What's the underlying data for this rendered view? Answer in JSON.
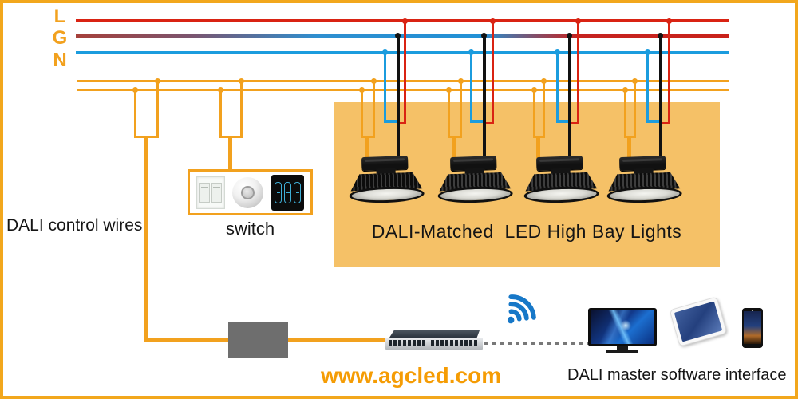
{
  "legend": {
    "l_label": "L",
    "g_label": "G",
    "n_label": "N"
  },
  "texts": {
    "dali_control_wires": "DALI control wires",
    "switch": "switch",
    "lights_caption": "DALI-Matched  LED High Bay Lights",
    "website": "www.agcled.com",
    "master_interface": "DALI master software interface"
  },
  "colors": {
    "frame_orange": "#F2A71D",
    "wire_orange": "#F2A11E",
    "line_l_red": "#D92313",
    "line_g_gradient_left": "#A6403A",
    "line_g_gradient_mid": "#2E8FD0",
    "line_g_gradient_right": "#C9221A",
    "line_n_blue": "#1B9CDE",
    "power_cord_black": "#111111",
    "lights_panel_bg": "#F5C167",
    "wifi_blue": "#1778C8",
    "website_orange": "#F59C04",
    "module_gray": "#6E6E6E"
  },
  "lights": {
    "count": 4
  },
  "icons": [
    "wifi-icon",
    "wall-switch-icon",
    "motion-sensor-icon",
    "touch-panel-icon",
    "high-bay-light-icon",
    "network-switch-icon",
    "monitor-icon",
    "tablet-icon",
    "smartphone-icon"
  ]
}
